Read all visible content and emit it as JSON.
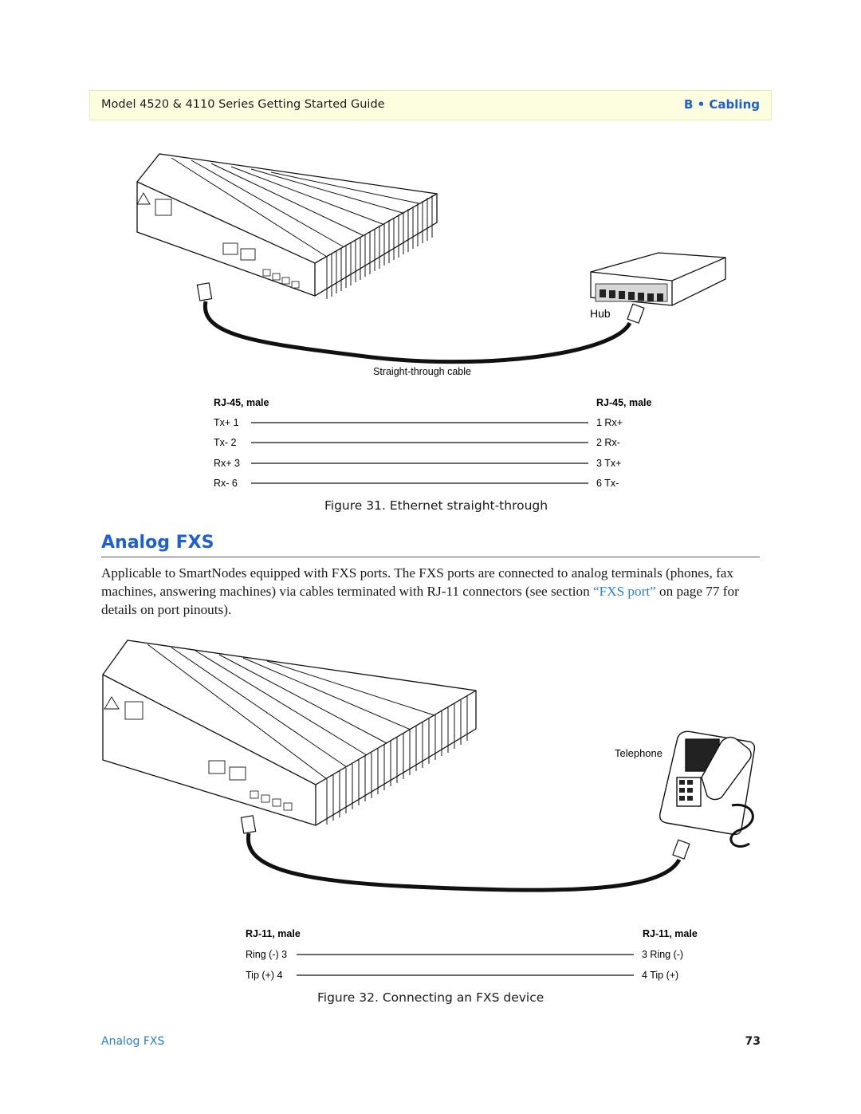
{
  "header": {
    "guide_title": "Model 4520 & 4110 Series Getting Started Guide",
    "section": "B • Cabling"
  },
  "figure31": {
    "hub_label": "Hub",
    "cable_label": "Straight-through cable",
    "left_header": "RJ-45, male",
    "right_header": "RJ-45, male",
    "left_pins": [
      "Tx+  1",
      "Tx-  2",
      "Rx+  3",
      "Rx-  6"
    ],
    "right_pins": [
      "1  Rx+",
      "2  Rx-",
      "3  Tx+",
      "6  Tx-"
    ],
    "caption": "Figure 31. Ethernet straight-through"
  },
  "section": {
    "title": "Analog FXS",
    "para_part1": "Applicable to SmartNodes equipped with FXS ports. The FXS ports are connected to analog terminals (phones, fax machines, answering machines) via cables terminated with RJ-11 connectors (see section ",
    "para_link": "“FXS port”",
    "para_part2": " on page 77 for details on port pinouts)."
  },
  "figure32": {
    "phone_label": "Telephone",
    "left_header": "RJ-11, male",
    "right_header": "RJ-11, male",
    "left_pins": [
      "Ring (-)  3",
      "Tip (+)  4"
    ],
    "right_pins": [
      "3     Ring (-)",
      "4     Tip (+)"
    ],
    "caption": "Figure 32. Connecting an FXS device"
  },
  "footer": {
    "section": "Analog FXS",
    "page": "73"
  }
}
